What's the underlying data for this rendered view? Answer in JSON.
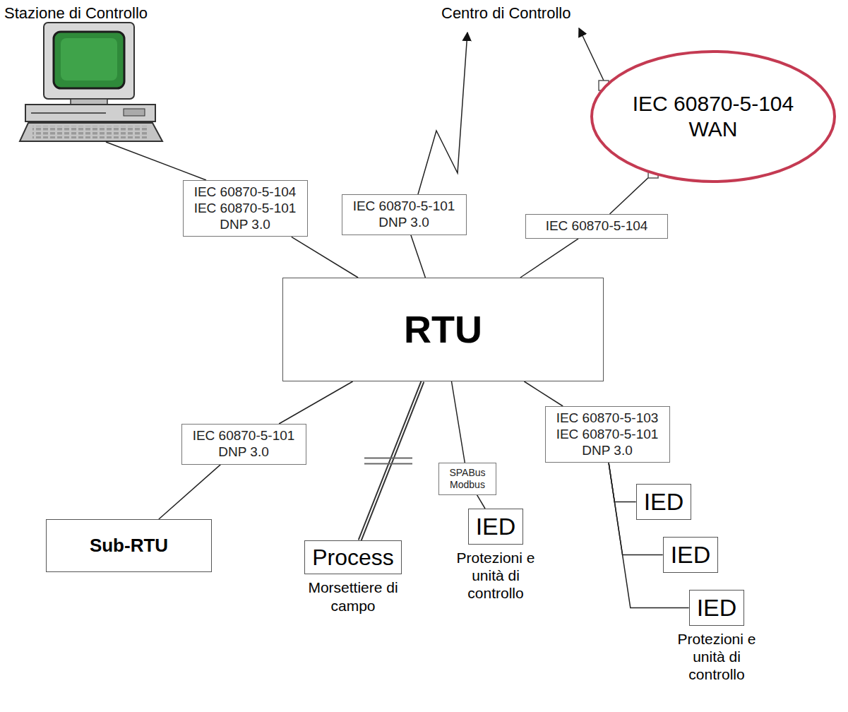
{
  "diagram": {
    "nodes": [
      {
        "text": [
          "IEC 60870-5-104 WAN"
        ]
      },
      {
        "text": [
          "IEC 60870-5-104 IEC 60870-5-101 DNP 3.0"
        ]
      },
      {
        "text": [
          "IEC 60870-5-101 DNP 3.0"
        ]
      },
      {
        "text": [
          "IEC 60870-5-104"
        ]
      },
      {
        "text": [
          "RTU"
        ]
      },
      {
        "text": [
          "IEC 60870-5-101 DNP 3.0"
        ]
      },
      {
        "text": [
          "Sub-RTU"
        ]
      },
      {
        "text": [
          "Process",
          "Morsettiere di campo"
        ]
      },
      {
        "text": [
          "SPABus Modbus"
        ]
      },
      {
        "text": [
          "IED",
          "Protezioni e unità di controllo"
        ]
      },
      {
        "text": [
          "IEC 60870-5-103 IEC 60870-5-101 DNP 3.0"
        ]
      },
      {
        "text": [
          "IED"
        ]
      },
      {
        "text": [
          "IED"
        ]
      },
      {
        "text": [
          "IED",
          "Protezioni e unità di controllo"
        ]
      }
    ],
    "edges": [
      {
        "from": 1,
        "to": 4,
        "arrow": "none"
      },
      {
        "from": 4,
        "to": 2,
        "arrow": "none"
      },
      {
        "from": 4,
        "to": 3,
        "arrow": "none"
      },
      {
        "from": 3,
        "to": 0,
        "arrow": "none"
      },
      {
        "from": 4,
        "to": 5,
        "arrow": "none"
      },
      {
        "from": 5,
        "to": 6,
        "arrow": "none"
      },
      {
        "from": 4,
        "to": 7,
        "arrow": "none"
      },
      {
        "from": 4,
        "to": 8,
        "arrow": "none"
      },
      {
        "from": 8,
        "to": 9,
        "arrow": "none"
      },
      {
        "from": 4,
        "to": 10,
        "arrow": "none"
      },
      {
        "from": 10,
        "to": 11,
        "arrow": "none"
      },
      {
        "from": 10,
        "to": 12,
        "arrow": "none"
      },
      {
        "from": 10,
        "to": 13,
        "arrow": "none"
      }
    ],
    "labels": [
      "Stazione di Controllo",
      "Centro di Controllo"
    ]
  }
}
